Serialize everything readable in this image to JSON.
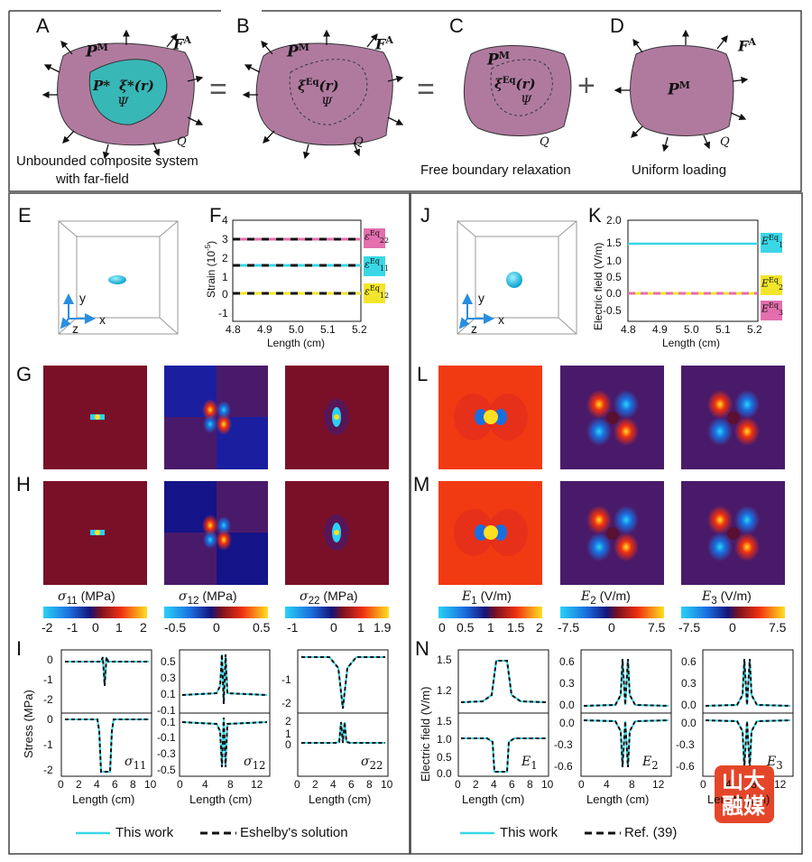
{
  "top": {
    "panels": [
      {
        "letter": "A",
        "caption_line1": "Unbounded composite system",
        "caption_line2": "with far-field",
        "pm": "P",
        "pm_sup": "M",
        "fa": "F",
        "fa_sup": "A",
        "p_star": "P*",
        "xi": "ξ*(r)",
        "psi": "Ψ",
        "q": "Q"
      },
      {
        "letter": "B",
        "pm": "P",
        "pm_sup": "M",
        "fa": "F",
        "fa_sup": "A",
        "xi": "ξ",
        "xi_sup": "Eq",
        "xi_arg": "(r)",
        "psi": "Ψ",
        "q": "Q"
      },
      {
        "letter": "C",
        "caption": "Free boundary relaxation",
        "pm": "P",
        "pm_sup": "M",
        "xi": "ξ",
        "xi_sup": "Eq",
        "xi_arg": "(r)",
        "psi": "Ψ",
        "q": "Q"
      },
      {
        "letter": "D",
        "caption": "Uniform loading",
        "pm": "P",
        "pm_sup": "M",
        "fa": "F",
        "fa_sup": "A",
        "q": "Q"
      }
    ],
    "eq1": "=",
    "eq2": "=",
    "plus": "+"
  },
  "letters": {
    "E": "E",
    "F": "F",
    "G": "G",
    "H": "H",
    "I": "I",
    "J": "J",
    "K": "K",
    "L": "L",
    "M": "M",
    "N": "N"
  },
  "axes_icon": {
    "y": "y",
    "x": "x",
    "z": "z"
  },
  "strain_chart": {
    "ylabel": "Strain (10",
    "ylabel_sup": "-5",
    "ylabel_end": ")",
    "xlabel": "Length (cm)",
    "xticks": [
      "4.8",
      "4.9",
      "5.0",
      "5.1",
      "5.2"
    ],
    "yticks": [
      "4",
      "3",
      "2",
      "1",
      "0",
      "-1"
    ],
    "legend": [
      {
        "sym": "ε",
        "sub": "22",
        "sup": "Eq",
        "color": "#e36fae"
      },
      {
        "sym": "ε",
        "sub": "11",
        "sup": "Eq",
        "color": "#39d7e6"
      },
      {
        "sym": "ε",
        "sub": "12",
        "sup": "Eq",
        "color": "#f2e52b"
      }
    ]
  },
  "efield_chart": {
    "ylabel": "Electric field (V/m)",
    "xlabel": "Length (cm)",
    "xticks": [
      "4.8",
      "4.9",
      "5.0",
      "5.1",
      "5.2"
    ],
    "yticks": [
      "2.0",
      "1.5",
      "1.0",
      "0.5",
      "0.0",
      "-0.5"
    ],
    "legend": [
      {
        "sym": "E",
        "sub": "1",
        "sup": "Eq",
        "color": "#39d7e6"
      },
      {
        "sym": "E",
        "sub": "2",
        "sup": "Eq",
        "color": "#f2e52b"
      },
      {
        "sym": "E",
        "sub": "3",
        "sup": "Eq",
        "color": "#e36fae"
      }
    ]
  },
  "colorbars": [
    {
      "sym": "σ",
      "sub": "11",
      "unit": "(MPa)",
      "ticks": [
        "-2",
        "-1",
        "0",
        "1",
        "2"
      ]
    },
    {
      "sym": "σ",
      "sub": "12",
      "unit": "(MPa)",
      "ticks": [
        "-0.5",
        "0",
        "0.5"
      ]
    },
    {
      "sym": "σ",
      "sub": "22",
      "unit": "(MPa)",
      "ticks": [
        "-1",
        "0",
        "1",
        "1.9"
      ]
    },
    {
      "sym": "E",
      "sub": "1",
      "unit": "(V/m)",
      "ticks": [
        "0",
        "0.5",
        "1",
        "1.5",
        "2"
      ]
    },
    {
      "sym": "E",
      "sub": "2",
      "unit": "(V/m)",
      "ticks": [
        "-7.5",
        "0",
        "7.5"
      ]
    },
    {
      "sym": "E",
      "sub": "3",
      "unit": "(V/m)",
      "ticks": [
        "-7.5",
        "0",
        "7.5"
      ]
    }
  ],
  "stress_plots": {
    "ylabel": "Stress (MPa)",
    "xlabel": "Length (cm)",
    "plots": [
      {
        "tag": "σ",
        "sub": "11",
        "top_ticks": [
          "0",
          "-1",
          "-2"
        ],
        "bot_ticks": [
          "0",
          "-1",
          "-2"
        ],
        "xticks": [
          "0",
          "2",
          "4",
          "6",
          "8",
          "10"
        ]
      },
      {
        "tag": "σ",
        "sub": "12",
        "top_ticks": [
          "0.5",
          "0.3",
          "0.1",
          "-0.1"
        ],
        "bot_ticks": [
          "0.1",
          "-0.1",
          "-0.3",
          "-0.5"
        ],
        "xticks": [
          "0",
          "4",
          "8",
          "12"
        ]
      },
      {
        "tag": "σ",
        "sub": "22",
        "top_ticks": [
          "-1",
          "-2"
        ],
        "bot_ticks": [
          "2",
          "1",
          "0"
        ],
        "xticks": [
          "0",
          "2",
          "4",
          "6",
          "8",
          "10"
        ]
      }
    ]
  },
  "field_plots": {
    "ylabel": "Electric field (V/m)",
    "xlabel": "Length (cm)",
    "plots": [
      {
        "tag": "E",
        "sub": "1",
        "top_ticks": [
          "1.5",
          "1.2"
        ],
        "bot_ticks": [
          "1.5",
          "1.0",
          "0.5",
          "0.0"
        ],
        "xticks": [
          "0",
          "2",
          "4",
          "6",
          "8",
          "10"
        ]
      },
      {
        "tag": "E",
        "sub": "2",
        "top_ticks": [
          "0.6",
          "0.3",
          "0.0"
        ],
        "bot_ticks": [
          "0.0",
          "-0.3",
          "-0.6"
        ],
        "xticks": [
          "0",
          "4",
          "8",
          "12"
        ]
      },
      {
        "tag": "E",
        "sub": "3",
        "top_ticks": [
          "0.6",
          "0.3",
          "0.0"
        ],
        "bot_ticks": [
          "0.0",
          "-0.3",
          "-0.6"
        ],
        "xticks": [
          "0",
          "4",
          "8",
          "12"
        ]
      }
    ]
  },
  "legend_left": {
    "solid": "This work",
    "dashed": "Eshelby's solution"
  },
  "legend_right": {
    "solid": "This work",
    "dashed": "Ref. (39)"
  },
  "watermark": {
    "line1": "山大",
    "line2": "融媒"
  },
  "colors": {
    "matrix": "#b07a9f",
    "inclusion": "#38b7b7",
    "cyan": "#39d7e6",
    "magenta": "#e36fae",
    "yellow": "#f2e52b"
  }
}
